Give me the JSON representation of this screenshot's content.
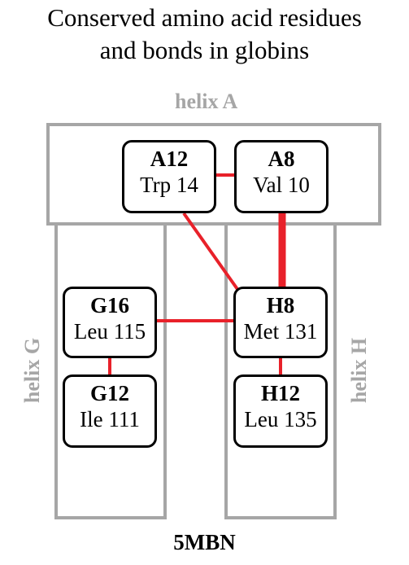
{
  "title_line1": "Conserved amino acid residues",
  "title_line2": "and bonds in globins",
  "helix_labels": {
    "a": "helix A",
    "g": "helix G",
    "h": "helix H"
  },
  "nodes": {
    "a12": {
      "code": "A12",
      "res": "Trp 14"
    },
    "a8": {
      "code": "A8",
      "res": "Val 10"
    },
    "g16": {
      "code": "G16",
      "res": "Leu 115"
    },
    "h8": {
      "code": "H8",
      "res": "Met 131"
    },
    "g12": {
      "code": "G12",
      "res": "Ile 111"
    },
    "h12": {
      "code": "H12",
      "res": "Leu 135"
    }
  },
  "footer": "5MBN",
  "colors": {
    "bond": "#e8212a",
    "helix_frame": "#a6a6a6",
    "node_border": "#000000"
  },
  "bonds": [
    {
      "from": "A12",
      "to": "A8",
      "strength": "normal"
    },
    {
      "from": "A8",
      "to": "H8",
      "strength": "strong"
    },
    {
      "from": "A12",
      "to": "H8",
      "strength": "normal"
    },
    {
      "from": "G16",
      "to": "H8",
      "strength": "normal"
    },
    {
      "from": "G16",
      "to": "G12",
      "strength": "normal"
    },
    {
      "from": "H8",
      "to": "H12",
      "strength": "normal"
    }
  ]
}
